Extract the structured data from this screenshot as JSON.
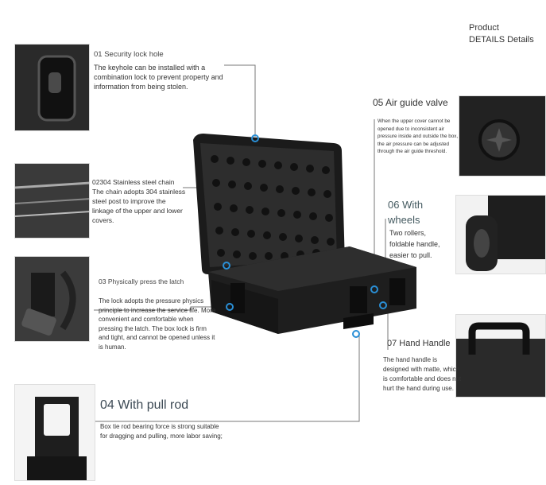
{
  "header": {
    "line1": "Product",
    "line2": "DETAILS Details"
  },
  "features": [
    {
      "title": "01 Security lock hole",
      "desc": "The keyhole can be installed with a combination lock to prevent property and information from being stolen."
    },
    {
      "title": "",
      "desc": "02304 Stainless steel chain The chain adopts 304 stainless steel post to improve the linkage of the upper and lower covers."
    },
    {
      "title": "03 Physically press the latch",
      "desc": "The lock adopts the pressure physics principle to increase the service life. More convenient and comfortable when pressing the latch. The box lock is firm and tight, and cannot be opened unless it is human."
    },
    {
      "title": "04 With pull rod",
      "desc": "Box tie rod bearing force is strong suitable for dragging and pulling, more labor saving;"
    },
    {
      "title": "05 Air guide valve",
      "desc": "When the upper cover cannot be opened due to inconsistent air pressure inside and outside the box, the air pressure can be adjusted through the air guide threshold."
    },
    {
      "title": "06 With wheels",
      "desc": "Two rollers, foldable handle, easier to pull."
    },
    {
      "title": "07 Hand Handle",
      "desc": "The hand handle is designed with matte, which is comfortable and does not hurt the hand during use."
    }
  ],
  "colors": {
    "accent": "#2a8fd6",
    "case": "#1b1b1b"
  }
}
